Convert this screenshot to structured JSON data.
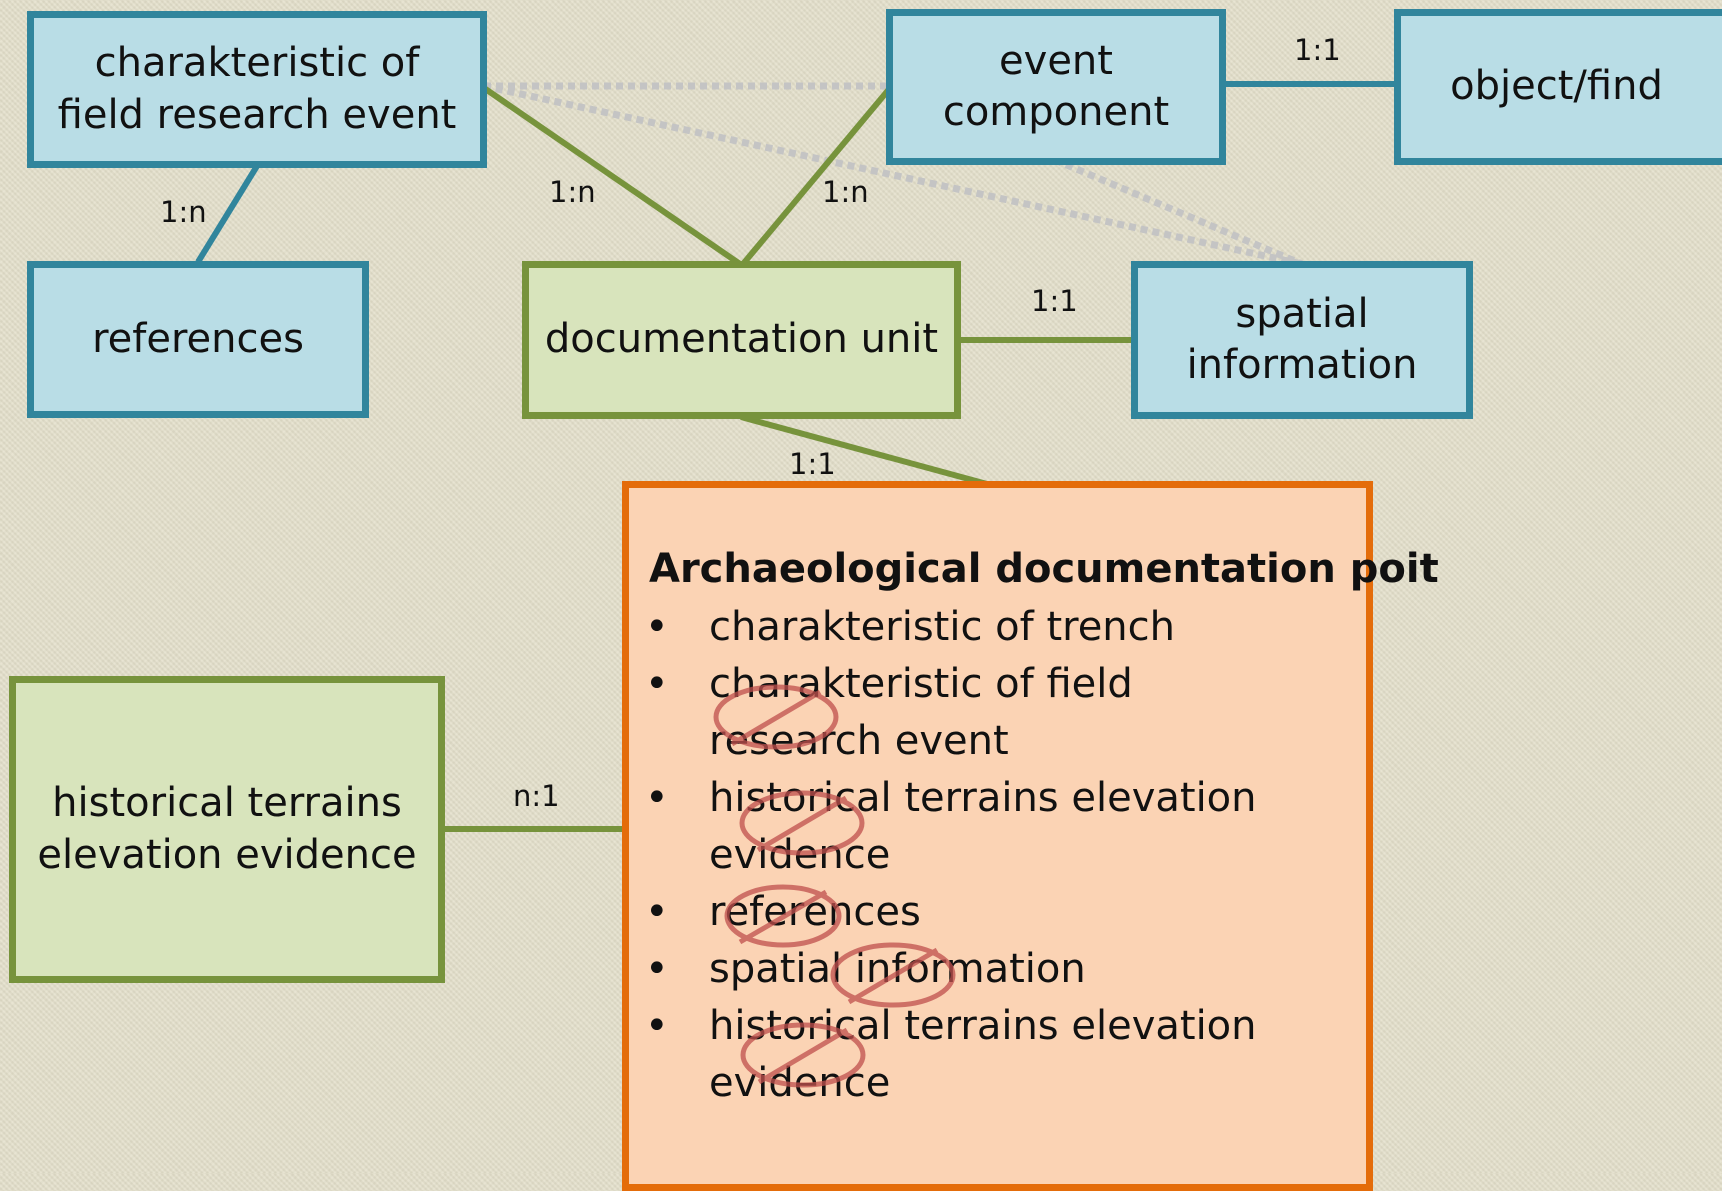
{
  "entities": {
    "field_research_event": "charakteristic of field research event",
    "event_component": "event component",
    "object_find": "object/find",
    "references": "references",
    "documentation_unit": "documentation unit",
    "spatial_information": "spatial information",
    "historical_terrains": "historical terrains elevation evidence"
  },
  "relations": {
    "field_event_references": "1:n",
    "field_event_docunit": "1:n",
    "event_component_docunit": "1:n",
    "event_component_object": "1:1",
    "docunit_spatial": "1:1",
    "docunit_archaeological_point": "1:1",
    "historical_archaeological_point": "n:1"
  },
  "archaeological_point": {
    "title": "Archaeological documentation poit",
    "items": [
      "charakteristic of trench",
      "charakteristic of field research event",
      "historical terrains elevation evidence",
      "references",
      "spatial information",
      "historical terrains elevation evidence"
    ]
  },
  "colors": {
    "blue_fill": "#b9dde6",
    "blue_border": "#31859c",
    "green_fill": "#d8e4bc",
    "green_border": "#77933c",
    "orange_fill": "#fbd3b4",
    "orange_border": "#e46c0a",
    "dotted_link": "#c4c4c4",
    "strike_mark": "#c0504d"
  }
}
